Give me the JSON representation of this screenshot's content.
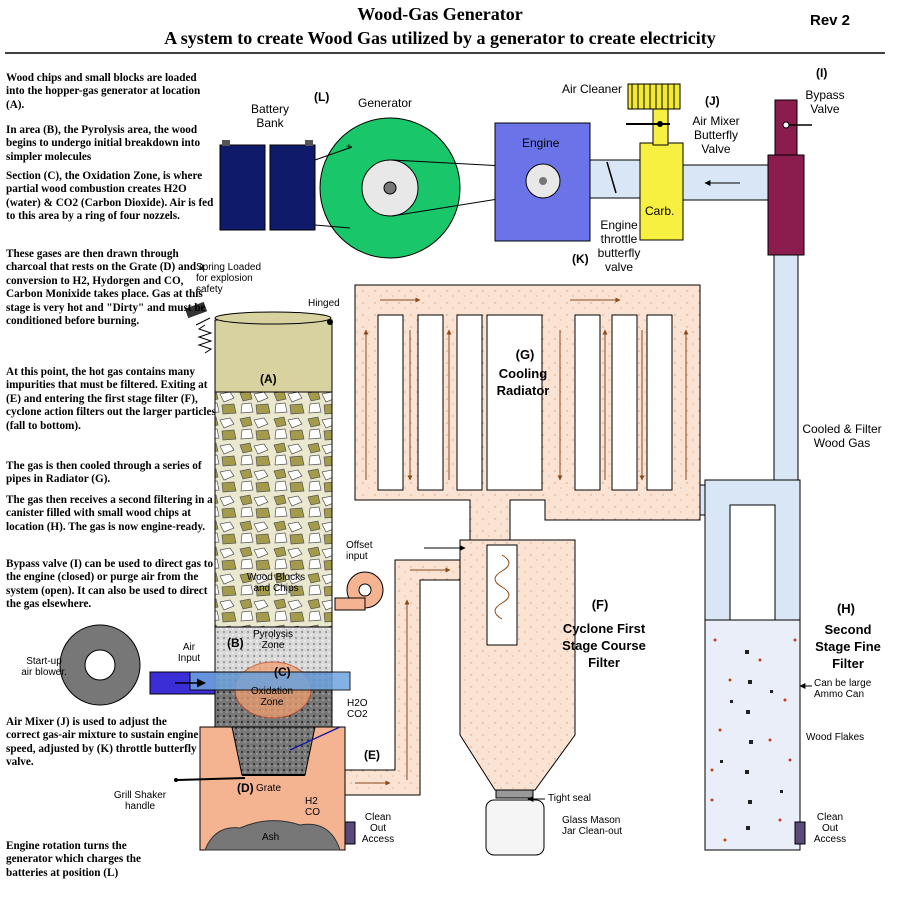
{
  "header": {
    "title": "Wood-Gas Generator",
    "subtitle": "A system to create Wood Gas utilized by a generator to create electricity",
    "revision": "Rev 2"
  },
  "description": [
    "Wood chips and small blocks are loaded into the hopper-gas generator at location (A).",
    "In area (B), the Pyrolysis area, the wood begins to undergo initial breakdown into simpler molecules",
    "Section (C), the Oxidation Zone, is where partial wood combustion creates H2O (water) & CO2 (Carbon Dioxide).  Air is fed to this area by a ring of four nozzels.",
    "These gases are then drawn through charcoal that rests on the Grate (D) and a conversion to H2, Hydorgen and CO, Carbon Monixide takes place. Gas at this stage is very hot and \"Dirty\" and must be conditioned before burning.",
    "At this point, the hot gas contains many impurities that must be filtered.  Exiting at (E) and entering the first stage filter (F), cyclone action filters out the larger particles (fall to bottom).",
    "The gas is then cooled through a series of pipes in Radiator (G).",
    "The gas then receives a second filtering in a canister filled with small wood chips at location (H). The gas is now engine-ready.",
    "Bypass valve (I) can be used to direct gas to the engine (closed) or purge air from the system (open).  It can also be used to direct the gas elsewhere.",
    "Air Mixer (J) is used to adjust the correct gas-air mixture to sustain engine speed, adjusted by (K) throttle butterfly valve.",
    "Engine rotation turns the generator which charges the batteries at position (L)"
  ],
  "labels": {
    "battery_bank": "Battery Bank",
    "L": "(L)",
    "generator": "Generator",
    "engine": "Engine",
    "air_cleaner": "Air Cleaner",
    "J": "(J)",
    "air_mixer": "Air Mixer Butterfly Valve",
    "carb": "Carb.",
    "engine_throttle": "Engine throttle butterfly valve",
    "K": "(K)",
    "I": "(I)",
    "bypass_valve": "Bypass Valve",
    "spring_loaded": "Spring Loaded for explosion safety",
    "hinged": "Hinged",
    "A": "(A)",
    "G": "(G)",
    "cooling_radiator": "Cooling Radiator",
    "cooled_filter": "Cooled & Filter Wood Gas",
    "offset_input": "Offset input",
    "wood_blocks": "Wood Blocks and Chips",
    "B": "(B)",
    "pyrolysis_zone": "Pyrolysis Zone",
    "C": "(C)",
    "oxidation_zone": "Oxidation Zone",
    "air_input": "Air Input",
    "startup_blower": "Start-up air blower.",
    "h2o_co2": "H2O CO2",
    "E": "(E)",
    "F": "(F)",
    "cyclone": "Cyclone First Stage Course Filter",
    "H": "(H)",
    "second_stage": "Second Stage Fine Filter",
    "ammo_can": "Can be large Ammo Can",
    "wood_flakes": "Wood Flakes",
    "grill_shaker": "Grill Shaker handle",
    "D": "(D)",
    "grate": "Grate",
    "h2_co": "H2 CO",
    "ash": "Ash",
    "clean_out_1": "Clean Out Access",
    "tight_seal": "Tight seal",
    "mason_jar": "Glass Mason Jar Clean-out",
    "clean_out_2": "Clean Out Access"
  },
  "colors": {
    "hopper_tan": "#d8d2a0",
    "chip_olive": "#a39a4a",
    "bottom_salmon": "#f4b491",
    "pipe_peach": "#fbe3d3",
    "engine_blue": "#6b73e8",
    "generator_green": "#19c66a",
    "carb_yellow": "#f7f041",
    "bypass_maroon": "#8a1d4d",
    "battery_navy": "#101a6b",
    "pipe_blue": "#d8e6f6",
    "blower_blue": "#3c2ed6"
  }
}
